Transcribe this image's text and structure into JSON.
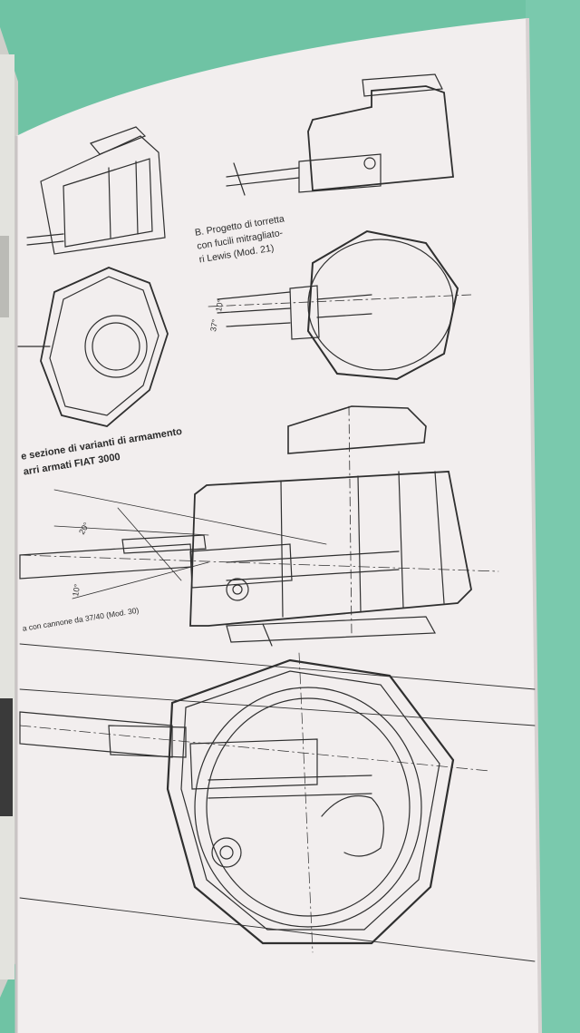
{
  "scene": {
    "description_colors": {
      "tablecloth": "#6fc3a4",
      "paper": "#f2eeee",
      "ink": "#2f2f2f",
      "left_page": "#d9d9d4"
    }
  },
  "captions": {
    "turret_b_lines": [
      "B. Progetto di torretta",
      "con fucili mitragliato-",
      "ri Lewis (Mod. 21)"
    ],
    "section_lines": [
      "e sezione di varianti di armamento",
      "arri armati FIAT 3000"
    ],
    "cannon_caption": "a con cannone da 37/40 (Mod. 30)"
  },
  "angle_labels": {
    "upper_a": "37°",
    "upper_b": "10°",
    "lower_a": "20°",
    "lower_b": "10°"
  }
}
